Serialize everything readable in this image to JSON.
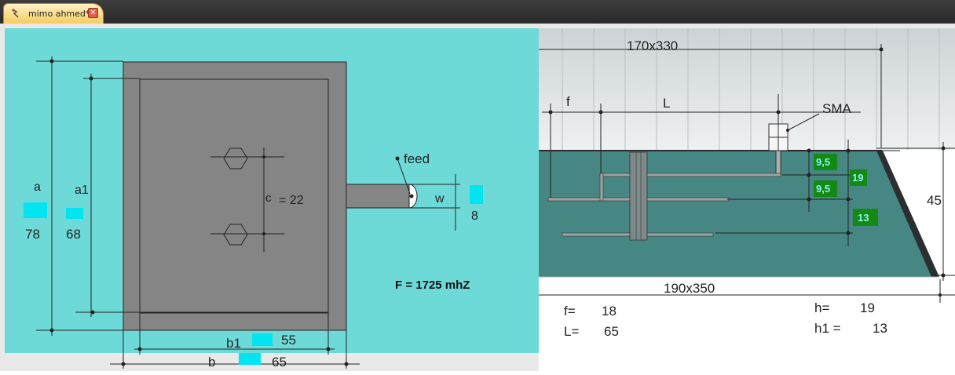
{
  "tab": {
    "title": "mimo ahmed*",
    "close": "✕"
  },
  "left": {
    "a_label": "a",
    "a1_label": "a1",
    "a_value": "78",
    "a1_value": "68",
    "c_label": "c",
    "c_value": "= 22",
    "feed_label": "feed",
    "w_label": "w",
    "w_value": "8",
    "freq_label": "F  = 1725 mhZ",
    "b1_label": "b1",
    "b1_value": "55",
    "b_label": "b",
    "b_value": "65"
  },
  "right": {
    "top_dim": "170x330",
    "f_label": "f",
    "L_label": "L",
    "sma_label": "SMA",
    "badge_1": "9,5",
    "badge_2": "9,5",
    "badge_3": "19",
    "badge_4": "13",
    "height_dim": "45",
    "bottom_dim": "190x350",
    "f_param": "f=",
    "f_value": "18",
    "L_param": "L=",
    "L_value": "65",
    "h_param": "h=",
    "h_value": "19",
    "h1_param": "h1 =",
    "h1_value": "13"
  },
  "colors": {
    "panel_bg": "#6ddad8",
    "plate": "#858585",
    "substrate": "#4a8784",
    "badge": "#138a13",
    "marker": "#00e5f0"
  }
}
